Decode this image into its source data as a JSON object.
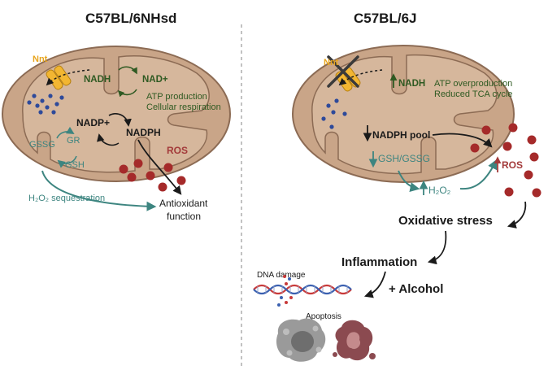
{
  "left": {
    "title": "C57BL/6NHsd",
    "nnt": "Nnt",
    "nadh": "NADH",
    "nad_plus": "NAD+",
    "atp_line1": "ATP production",
    "atp_line2": "Cellular respiration",
    "nadp_plus": "NADP+",
    "nadph": "NADPH",
    "gssg": "GSSG",
    "gr": "GR",
    "gsh": "GSH",
    "ros": "ROS",
    "h2o2_seq": "H₂O₂ sequestration",
    "antiox_line1": "Antioxidant",
    "antiox_line2": "function"
  },
  "right": {
    "title": "C57BL/6J",
    "nnt": "Nnt",
    "nadh": "NADH",
    "atp_line1": "ATP overproduction",
    "atp_line2": "Reduced TCA cycle",
    "nadph_pool": "NADPH pool",
    "gsh_gssg": "GSH/GSSG",
    "h2o2": "H₂O₂",
    "ros": "ROS",
    "oxidative_stress": "Oxidative stress",
    "inflammation": "Inflammation",
    "dna_damage": "DNA damage",
    "alcohol": "+ Alcohol",
    "apoptosis": "Apoptosis"
  },
  "colors": {
    "mito_outer": "#c9a588",
    "mito_inner": "#d6b79c",
    "mito_edge": "#8c6b54",
    "nnt_orange": "#f2b632",
    "green": "#2f5a22",
    "teal": "#3d8580",
    "ros_red": "#a52a2a",
    "dot_blue": "#2e4a9a"
  }
}
